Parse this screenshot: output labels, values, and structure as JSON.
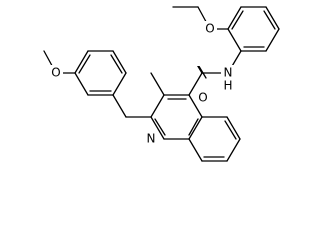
{
  "atoms": {
    "n_amide": "N",
    "h_amide": "H",
    "o_carbonyl": "O",
    "o_ethoxy": "O",
    "o_methoxy": "O",
    "n_quinoline": "N"
  }
}
